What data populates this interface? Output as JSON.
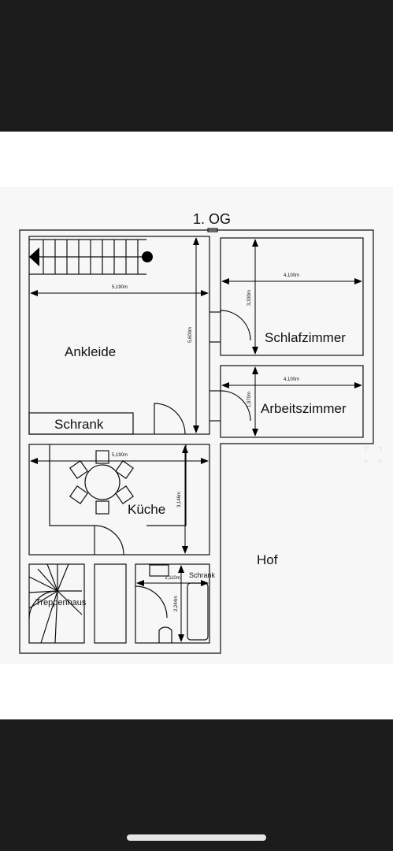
{
  "plan": {
    "floor_title": "1. OG",
    "rooms": {
      "ankleide": "Ankleide",
      "schrank_ankleide": "Schrank",
      "schlafzimmer": "Schlafzimmer",
      "arbeitszimmer": "Arbeitszimmer",
      "kueche": "Küche",
      "hof": "Hof",
      "treppenhaus": "Treppenhaus",
      "schrank_bad": "Schrank"
    },
    "dimensions": {
      "ankleide_width": "5,190m",
      "ankleide_height": "5,600m",
      "schlafzimmer_width": "4,100m",
      "schlafzimmer_height": "3,330m",
      "arbeitszimmer_width": "4,100m",
      "arbeitszimmer_height": "1,970m",
      "kueche_width": "5,190m",
      "kueche_height": "3,146m",
      "bad_width": "2,110m",
      "bad_height": "2,244m"
    }
  }
}
